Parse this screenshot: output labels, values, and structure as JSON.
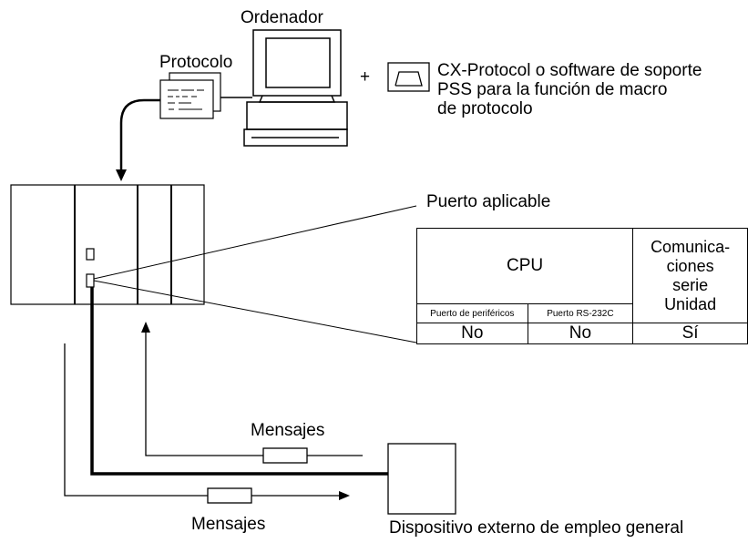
{
  "computer_label": "Ordenador",
  "protocol_label": "Protocolo",
  "plus_sign": "+",
  "software_lines": [
    "CX-Protocol o software de soporte",
    "PSS para la función de macro",
    "de protocolo"
  ],
  "applicable_port_label": "Puerto aplicable",
  "table": {
    "cpu_header": "CPU",
    "unit_header_lines": [
      "Comunica-",
      "ciones",
      "serie",
      "Unidad"
    ],
    "peripheral_port": "Puerto de periféricos",
    "rs232_port": "Puerto RS-232C",
    "peripheral_value": "No",
    "rs232_value": "No",
    "unit_value": "Sí"
  },
  "messages_top": "Mensajes",
  "messages_bottom": "Mensajes",
  "external_device_label": "Dispositivo externo de empleo general"
}
